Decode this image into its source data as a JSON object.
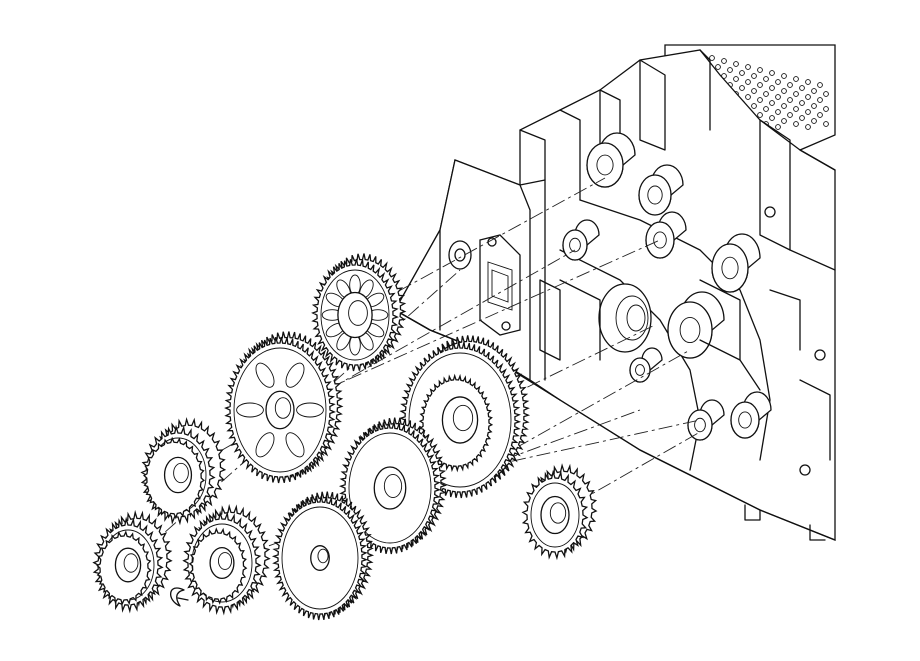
{
  "diagram": {
    "type": "exploded-assembly",
    "line_color": "#111111",
    "background": "#ffffff",
    "components": [
      {
        "id": "housing",
        "name": "gear-side-frame"
      },
      {
        "id": "g1",
        "name": "gear-1"
      },
      {
        "id": "g2",
        "name": "gear-2"
      },
      {
        "id": "g3",
        "name": "gear-3"
      },
      {
        "id": "g4",
        "name": "gear-4"
      },
      {
        "id": "g5",
        "name": "gear-5"
      },
      {
        "id": "g6",
        "name": "gear-6"
      },
      {
        "id": "g7",
        "name": "gear-7"
      },
      {
        "id": "g8",
        "name": "gear-8"
      },
      {
        "id": "g9",
        "name": "gear-9"
      },
      {
        "id": "clip",
        "name": "e-ring"
      }
    ]
  }
}
